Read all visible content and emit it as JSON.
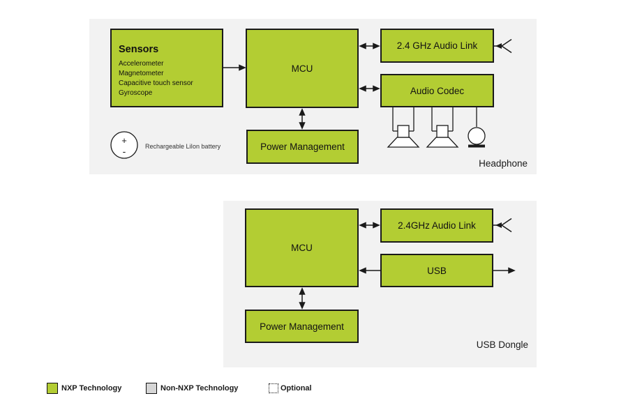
{
  "colors": {
    "nxp_green": "#b3cd33",
    "panel_bg": "#f2f2f2",
    "non_nxp_gray": "#d6d6d6"
  },
  "headphone": {
    "caption": "Headphone",
    "sensors_title": "Sensors",
    "sensors_items": [
      "Accelerometer",
      "Magnetometer",
      "Capacitive touch sensor",
      "Gyroscope"
    ],
    "mcu_label": "MCU",
    "audio_link_label": "2.4 GHz Audio Link",
    "audio_codec_label": "Audio Codec",
    "power_label": "Power Management",
    "battery_plus": "+",
    "battery_minus": "-",
    "battery_label": "Rechargeable LiIon battery"
  },
  "usb_dongle": {
    "caption": "USB Dongle",
    "mcu_label": "MCU",
    "audio_link_label": "2.4GHz Audio Link",
    "usb_label": "USB",
    "power_label": "Power Management"
  },
  "legend": {
    "nxp_label": "NXP Technology",
    "non_nxp_label": "Non-NXP Technology",
    "optional_label": "Optional"
  },
  "icons": {
    "antenna": "antenna-icon",
    "speaker": "speaker-icon",
    "microphone": "microphone-icon",
    "battery": "battery-icon"
  }
}
